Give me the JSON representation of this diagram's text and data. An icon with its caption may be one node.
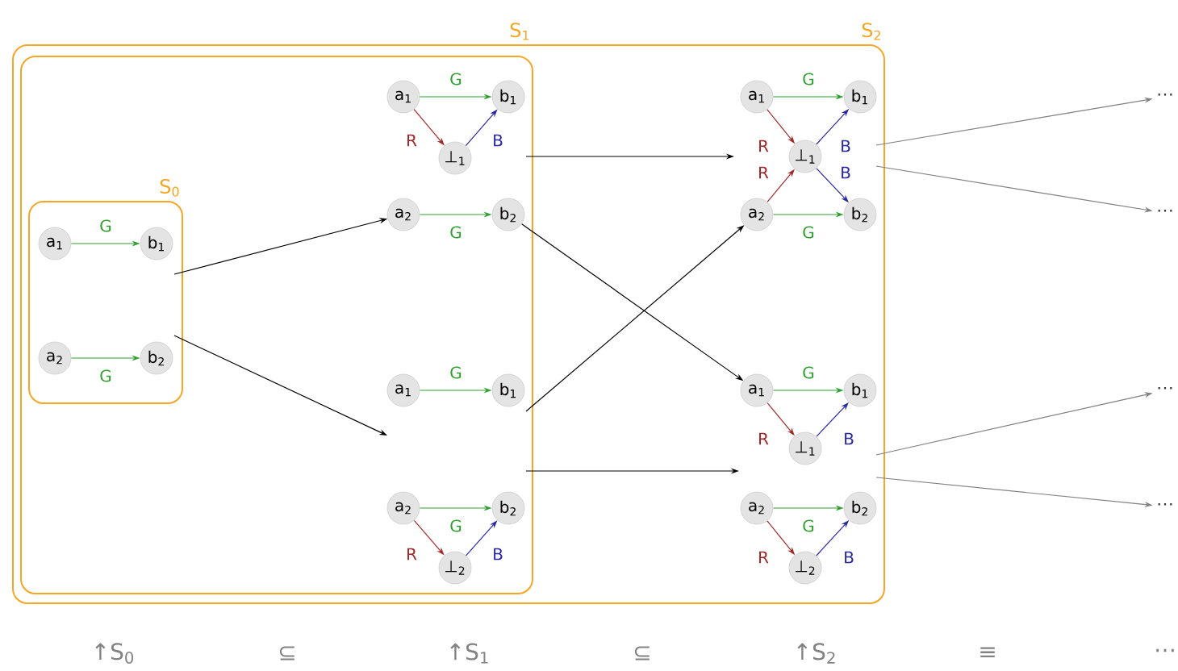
{
  "diagram": {
    "nodes": [
      {
        "text": [
          "S$_{2}$"
        ]
      },
      {
        "text": [
          "S$_{1}$"
        ],
        "in": 0
      },
      {
        "text": [
          "S$_{0}$"
        ],
        "in": 1
      },
      {
        "text": [
          "a$_{1}$"
        ],
        "in": 2
      },
      {
        "text": [
          "b$_{1}$"
        ],
        "in": 2
      },
      {
        "text": [
          "a$_{2}$"
        ],
        "in": 2
      },
      {
        "text": [
          "b$_{2}$"
        ],
        "in": 2
      },
      {
        "text": [
          "a$_{1}$"
        ],
        "in": 1
      },
      {
        "text": [
          "b$_{1}$"
        ],
        "in": 1
      },
      {
        "text": [
          "⊥$_{1}$"
        ],
        "in": 1
      },
      {
        "text": [
          "a$_{2}$"
        ],
        "in": 1
      },
      {
        "text": [
          "b$_{2}$"
        ],
        "in": 1
      },
      {
        "text": [
          "a$_{1}$"
        ],
        "in": 1
      },
      {
        "text": [
          "b$_{1}$"
        ],
        "in": 1
      },
      {
        "text": [
          "a$_{2}$"
        ],
        "in": 1
      },
      {
        "text": [
          "b$_{2}$"
        ],
        "in": 1
      },
      {
        "text": [
          "⊥$_{2}$"
        ],
        "in": 1
      },
      {
        "text": [
          "a$_{1}$"
        ],
        "in": 0
      },
      {
        "text": [
          "b$_{1}$"
        ],
        "in": 0
      },
      {
        "text": [
          "⊥$_{1}$"
        ],
        "in": 0
      },
      {
        "text": [
          "a$_{2}$"
        ],
        "in": 0
      },
      {
        "text": [
          "b$_{2}$"
        ],
        "in": 0
      },
      {
        "text": [
          "a$_{1}$"
        ],
        "in": 0
      },
      {
        "text": [
          "b$_{1}$"
        ],
        "in": 0
      },
      {
        "text": [
          "⊥$_{1}$"
        ],
        "in": 0
      },
      {
        "text": [
          "a$_{2}$"
        ],
        "in": 0
      },
      {
        "text": [
          "b$_{2}$"
        ],
        "in": 0
      },
      {
        "text": [
          "⊥$_{2}$"
        ],
        "in": 0
      },
      {
        "text": [
          "⋯"
        ]
      },
      {
        "text": [
          "⋯"
        ]
      },
      {
        "text": [
          "⋯"
        ]
      },
      {
        "text": [
          "⋯"
        ]
      }
    ],
    "edges": [
      {
        "from": 3,
        "to": 4,
        "arrow": "to",
        "label": "G",
        "color": "#2ca02c"
      },
      {
        "from": 5,
        "to": 6,
        "arrow": "to",
        "label": "G",
        "color": "#2ca02c"
      },
      {
        "from": 7,
        "to": 8,
        "arrow": "to",
        "label": "G",
        "color": "#2ca02c"
      },
      {
        "from": 7,
        "to": 9,
        "arrow": "to",
        "label": "R",
        "color": "#a02828"
      },
      {
        "from": 9,
        "to": 8,
        "arrow": "to",
        "label": "B",
        "color": "#2828a0"
      },
      {
        "from": 10,
        "to": 11,
        "arrow": "to",
        "label": "G",
        "color": "#2ca02c"
      },
      {
        "from": 12,
        "to": 13,
        "arrow": "to",
        "label": "G",
        "color": "#2ca02c"
      },
      {
        "from": 14,
        "to": 15,
        "arrow": "to",
        "label": "G",
        "color": "#2ca02c"
      },
      {
        "from": 14,
        "to": 16,
        "arrow": "to",
        "label": "R",
        "color": "#a02828"
      },
      {
        "from": 16,
        "to": 15,
        "arrow": "to",
        "label": "B",
        "color": "#2828a0"
      },
      {
        "from": 17,
        "to": 18,
        "arrow": "to",
        "label": "G",
        "color": "#2ca02c"
      },
      {
        "from": 17,
        "to": 19,
        "arrow": "to",
        "label": "R",
        "color": "#a02828"
      },
      {
        "from": 19,
        "to": 18,
        "arrow": "to",
        "label": "B",
        "color": "#2828a0"
      },
      {
        "from": 20,
        "to": 19,
        "arrow": "to",
        "label": "R",
        "color": "#a02828"
      },
      {
        "from": 19,
        "to": 21,
        "arrow": "to",
        "label": "B",
        "color": "#2828a0"
      },
      {
        "from": 20,
        "to": 21,
        "arrow": "to",
        "label": "G",
        "color": "#2ca02c"
      },
      {
        "from": 22,
        "to": 23,
        "arrow": "to",
        "label": "G",
        "color": "#2ca02c"
      },
      {
        "from": 22,
        "to": 24,
        "arrow": "to",
        "label": "R",
        "color": "#a02828"
      },
      {
        "from": 24,
        "to": 23,
        "arrow": "to",
        "label": "B",
        "color": "#2828a0"
      },
      {
        "from": 25,
        "to": 26,
        "arrow": "to",
        "label": "G",
        "color": "#2ca02c"
      },
      {
        "from": 25,
        "to": 27,
        "arrow": "to",
        "label": "R",
        "color": "#a02828"
      },
      {
        "from": 27,
        "to": 26,
        "arrow": "to",
        "label": "B",
        "color": "#2828a0"
      },
      {
        "from": 2,
        "to": 10,
        "arrow": "to",
        "color": "#000000"
      },
      {
        "from": 2,
        "to": null,
        "arrow": "to",
        "color": "#000000"
      },
      {
        "from": 1,
        "to": null,
        "arrow": "to",
        "color": "#000000"
      },
      {
        "from": 11,
        "to": 22,
        "arrow": "to",
        "color": "#000000"
      },
      {
        "from": 1,
        "to": 20,
        "arrow": "to",
        "color": "#000000"
      },
      {
        "from": 1,
        "to": null,
        "arrow": "to",
        "color": "#000000"
      },
      {
        "from": 0,
        "to": 28,
        "arrow": "to",
        "color": "#808080"
      },
      {
        "from": 0,
        "to": 29,
        "arrow": "to",
        "color": "#808080"
      },
      {
        "from": 0,
        "to": 30,
        "arrow": "to",
        "color": "#808080"
      },
      {
        "from": 0,
        "to": 31,
        "arrow": "to",
        "color": "#808080"
      }
    ],
    "labels": [
      "↑S$_{0}$",
      "⊆",
      "↑S$_{1}$",
      "⊆",
      "↑S$_{2}$",
      "≡",
      "⋯"
    ]
  }
}
